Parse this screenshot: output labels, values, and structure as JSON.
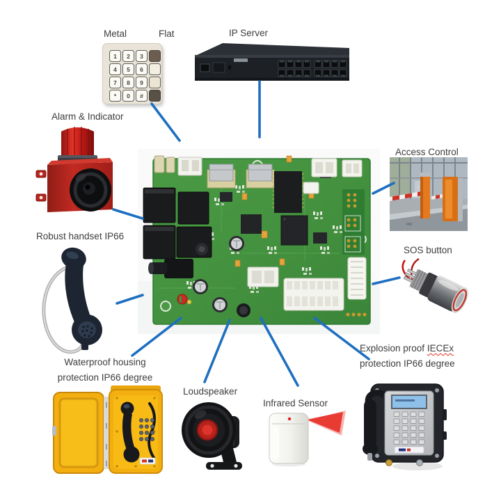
{
  "colors": {
    "connector_line": "#1e6fc0",
    "label_text": "#3d3d3d",
    "spellcheck_red": "#e03020",
    "ir_beam": "#e5261c",
    "alarm_red": "#b32822",
    "beacon_red": "#cf1d1c",
    "housing_yellow": "#f3ae10",
    "pcb_green": "#44923f",
    "lcd_blue": "#8fc0ea",
    "keypad_plate": "#e9e4d7"
  },
  "nodes": {
    "keypad": {
      "label_metal": "Metal",
      "label_flat": "Flat",
      "keys": [
        "1",
        "2",
        "3",
        "",
        "4",
        "5",
        "6",
        "",
        "7",
        "8",
        "9",
        "",
        "*",
        "0",
        "#",
        ""
      ]
    },
    "ip_server": {
      "label": "IP Server"
    },
    "alarm": {
      "label": "Alarm & Indicator"
    },
    "robust_handset": {
      "label": "Robust handset IP66"
    },
    "access_control": {
      "label": "Access Control"
    },
    "sos_button": {
      "label": "SOS button"
    },
    "explosion_phone": {
      "label_prefix": "Explosion proof ",
      "label_highlight": "IECEx",
      "label_line2": "protection IP66 degree"
    },
    "waterproof_phone": {
      "label_line1": "Waterproof housing",
      "label_line2": "protection IP66 degree"
    },
    "loudspeaker": {
      "label": "Loudspeaker"
    },
    "infrared_sensor": {
      "label": "Infrared Sensor"
    }
  }
}
